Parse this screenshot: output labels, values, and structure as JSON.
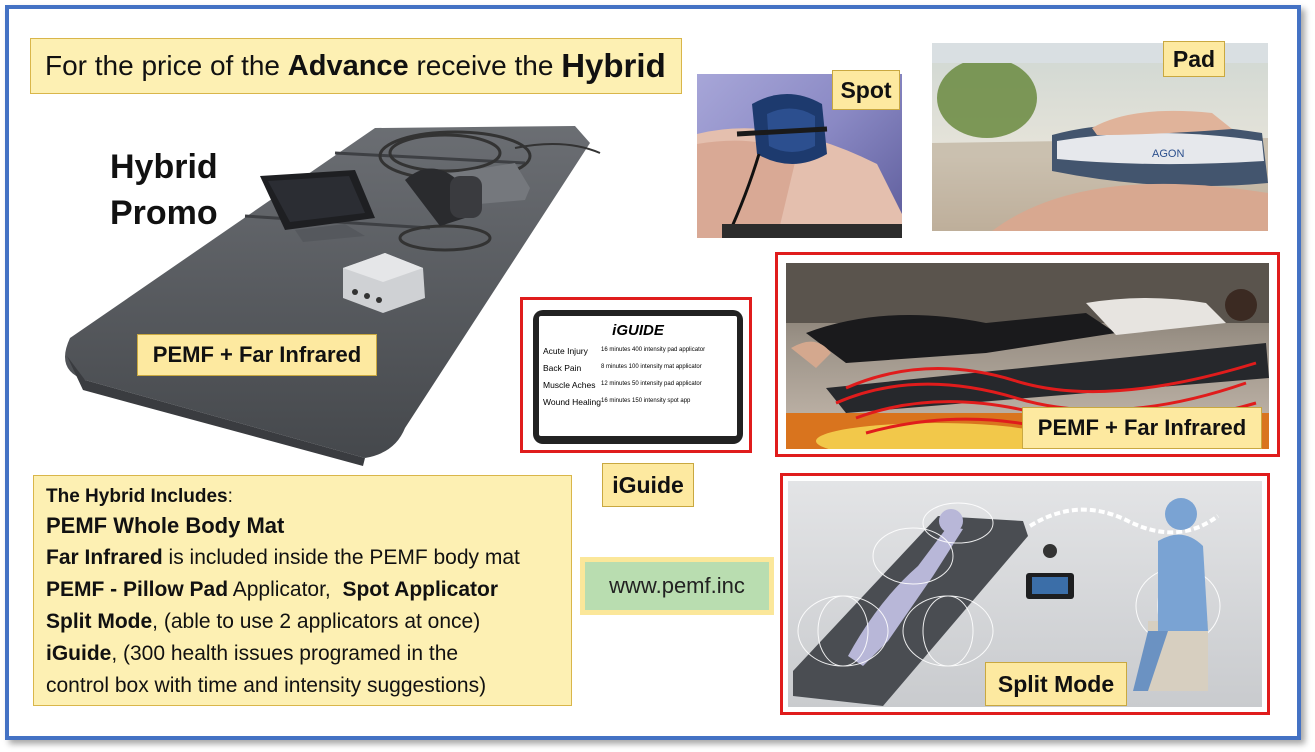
{
  "headline": {
    "pre": "For the price of the ",
    "advance": "Advance",
    "mid": " receive the ",
    "hybrid": "Hybrid"
  },
  "promo": {
    "line1": "Hybrid",
    "line2": "Promo"
  },
  "labels": {
    "mat": "PEMF + Far Infrared",
    "spot": "Spot",
    "pad": "Pad",
    "far_infrared": "PEMF + Far Infrared",
    "iguide": "iGuide",
    "split_mode": "Split Mode"
  },
  "iguide_screen": {
    "title": "iGUIDE",
    "rows": [
      {
        "issue": "Acute Injury",
        "setting": "16 minutes 400 intensity pad applicator"
      },
      {
        "issue": "Back Pain",
        "setting": "8  minutes 100 intensity mat applicator"
      },
      {
        "issue": "Muscle Aches",
        "setting": "12 minutes 50 intensity pad applicator"
      },
      {
        "issue": "Wound Healing",
        "setting": "16 minutes 150 intensity spot app"
      }
    ]
  },
  "includes": {
    "title": "The Hybrid Includes",
    "title_colon": ":",
    "l1": "PEMF Whole Body Mat",
    "l2_bold": "Far Infrared",
    "l2_rest": " is included inside the PEMF body mat",
    "l3_bold": "PEMF - Pillow Pad",
    "l3_mid": " Applicator,  ",
    "l3_bold2": "Spot Applicator",
    "l4_bold": "Split Mode",
    "l4_rest": ", (able to use 2 applicators at once)",
    "l5_bold": "iGuide",
    "l5_rest": ", (300 health issues programed in the",
    "l6": "control box with time and intensity suggestions)"
  },
  "website": "www.pemf.inc",
  "pad_brand": "AGON",
  "colors": {
    "frame": "#4472c4",
    "label_bg": "#fde9a0",
    "red": "#e01c1c",
    "web_bg": "#b9ddb0"
  }
}
